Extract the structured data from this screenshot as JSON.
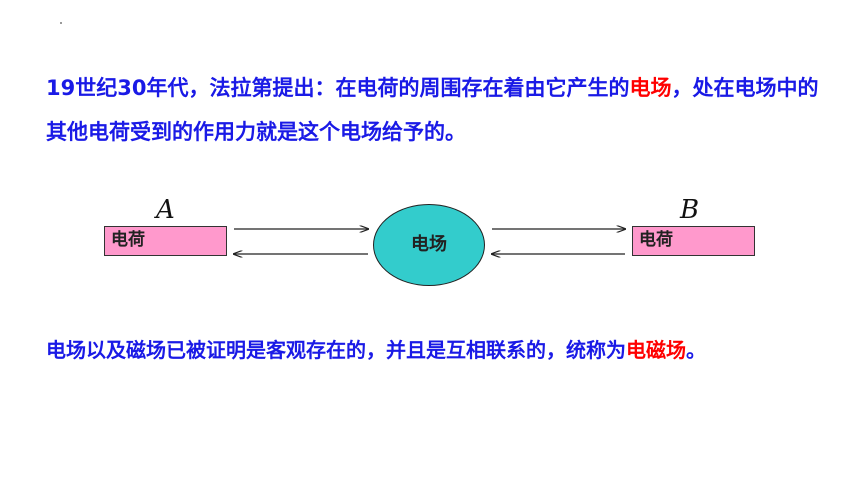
{
  "paragraph1": {
    "before": "19世纪30年代，法拉第提出：在电荷的周围存在着由它产生的",
    "highlight": "电场",
    "after": "，处在电场中的其他电荷受到的作用力就是这个电场给予的。"
  },
  "diagram": {
    "label_a": "A",
    "label_b": "B",
    "charge_a": "电荷",
    "charge_b": "电荷",
    "field": "电场"
  },
  "paragraph2": {
    "before": "电场以及磁场已被证明是客观存在的，并且是互相联系的，统称为",
    "highlight": "电磁场",
    "after": "。"
  },
  "colors": {
    "text_blue": "#1a1ae6",
    "highlight_red": "#ff0000",
    "charge_pink": "#ff99cc",
    "field_teal": "#33cccc"
  }
}
